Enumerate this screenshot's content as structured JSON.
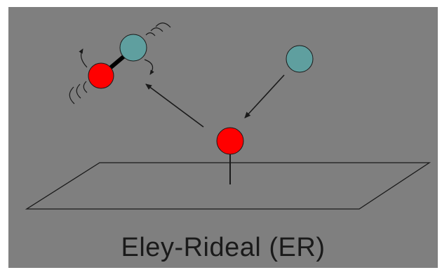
{
  "caption": "Eley-Rideal (ER)",
  "colors": {
    "background": "#7f7f7f",
    "adsorbed_atom": "#ff0000",
    "gas_atom": "#5f9f9f",
    "line": "#1a1a1a"
  },
  "diagram": {
    "surface": "surface-plane",
    "atoms": [
      {
        "name": "adsorbed-atom",
        "color_key": "adsorbed_atom"
      },
      {
        "name": "incoming-gas-atom",
        "color_key": "gas_atom"
      },
      {
        "name": "product-molecule-red-atom",
        "color_key": "adsorbed_atom"
      },
      {
        "name": "product-molecule-teal-atom",
        "color_key": "gas_atom"
      }
    ],
    "icons": [
      "vibration-waves-icon",
      "rotation-arrow-icon"
    ]
  }
}
